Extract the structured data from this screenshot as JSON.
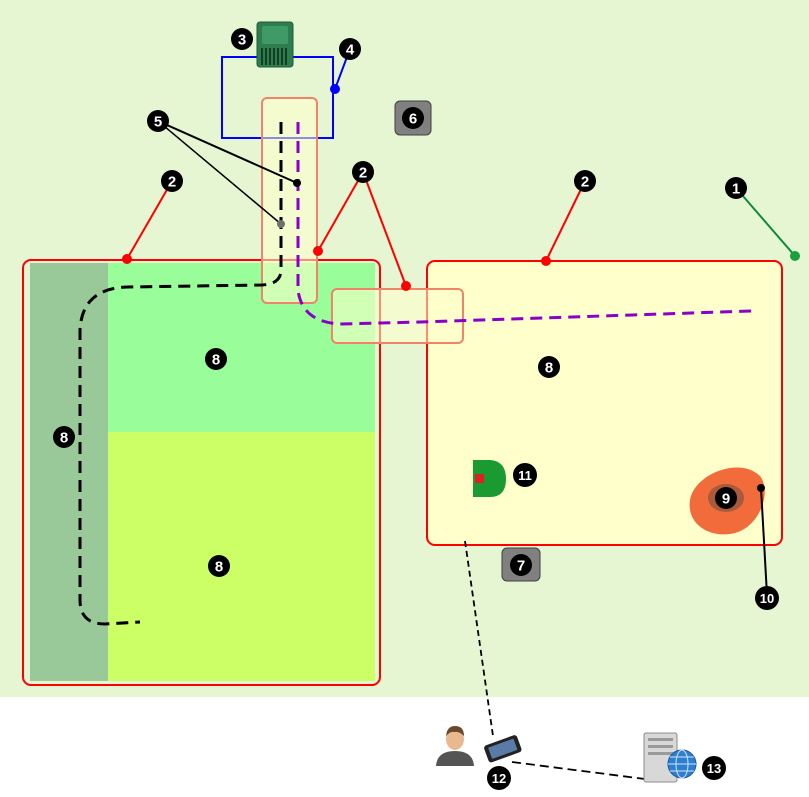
{
  "labels": {
    "n1": "1",
    "n2": "2",
    "n3": "3",
    "n4": "4",
    "n5": "5",
    "n6": "6",
    "n7": "7",
    "n8": "8",
    "n9": "9",
    "n10": "10",
    "n11": "11",
    "n12": "12",
    "n13": "13"
  },
  "icons": {
    "charging_station": "charging-station-icon",
    "robot_mower": "robot-mower-icon",
    "user": "user-icon",
    "smartphone": "smartphone-icon",
    "server": "server-icon"
  },
  "colors": {
    "background_lawn": "#e6f5d2",
    "boundary_wire": "#ff0000",
    "guide_wire": "#000000",
    "guide_wire_2": "#8a00c8",
    "station_loop": "#0000ff",
    "charging_station": "#2e7d4f",
    "obstacle": "#f26b3a",
    "zone_light_green": "#99fe99",
    "zone_yellow_green": "#ccff66",
    "zone_dark_green": "#99c999",
    "zone_cream": "#ffffcc",
    "mower_body": "#1a9a30",
    "marker_boxes": "#808080"
  }
}
